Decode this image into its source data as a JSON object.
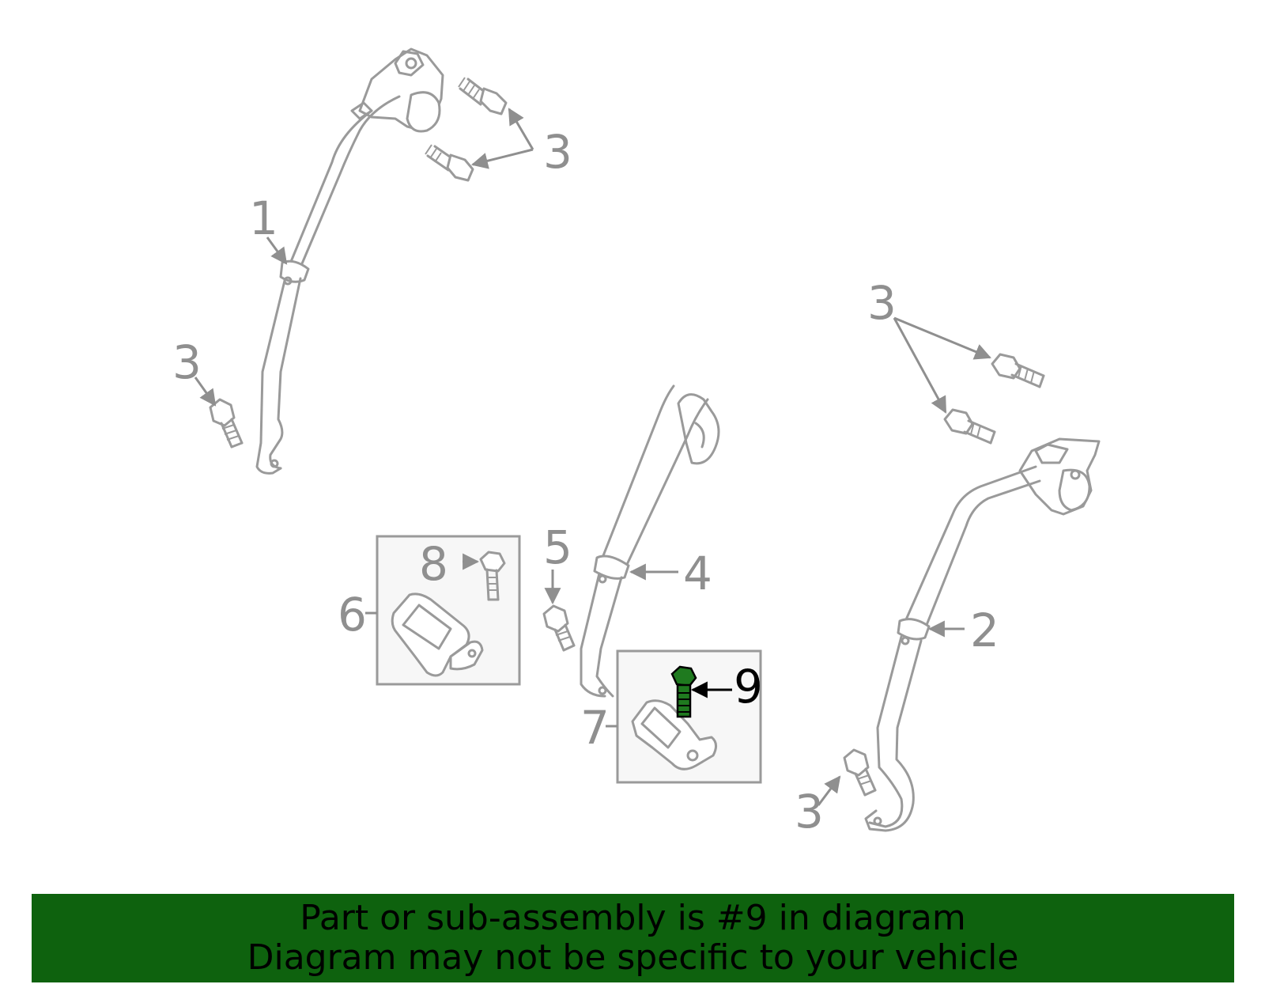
{
  "diagram": {
    "callouts": {
      "c1": "1",
      "c2": "2",
      "c3a": "3",
      "c3b": "3",
      "c3c": "3",
      "c3d": "3",
      "c4": "4",
      "c5": "5",
      "c6": "6",
      "c7": "7",
      "c8": "8",
      "c9": "9"
    },
    "highlight_part": "9",
    "colors": {
      "line_art": "#9a9a9a",
      "highlight_part": "#1f7a1f",
      "banner_bg": "#0e620e",
      "banner_text": "#000000"
    }
  },
  "banner": {
    "line1": "Part or sub-assembly is #9 in diagram",
    "line2": "Diagram may not be specific to your vehicle"
  }
}
